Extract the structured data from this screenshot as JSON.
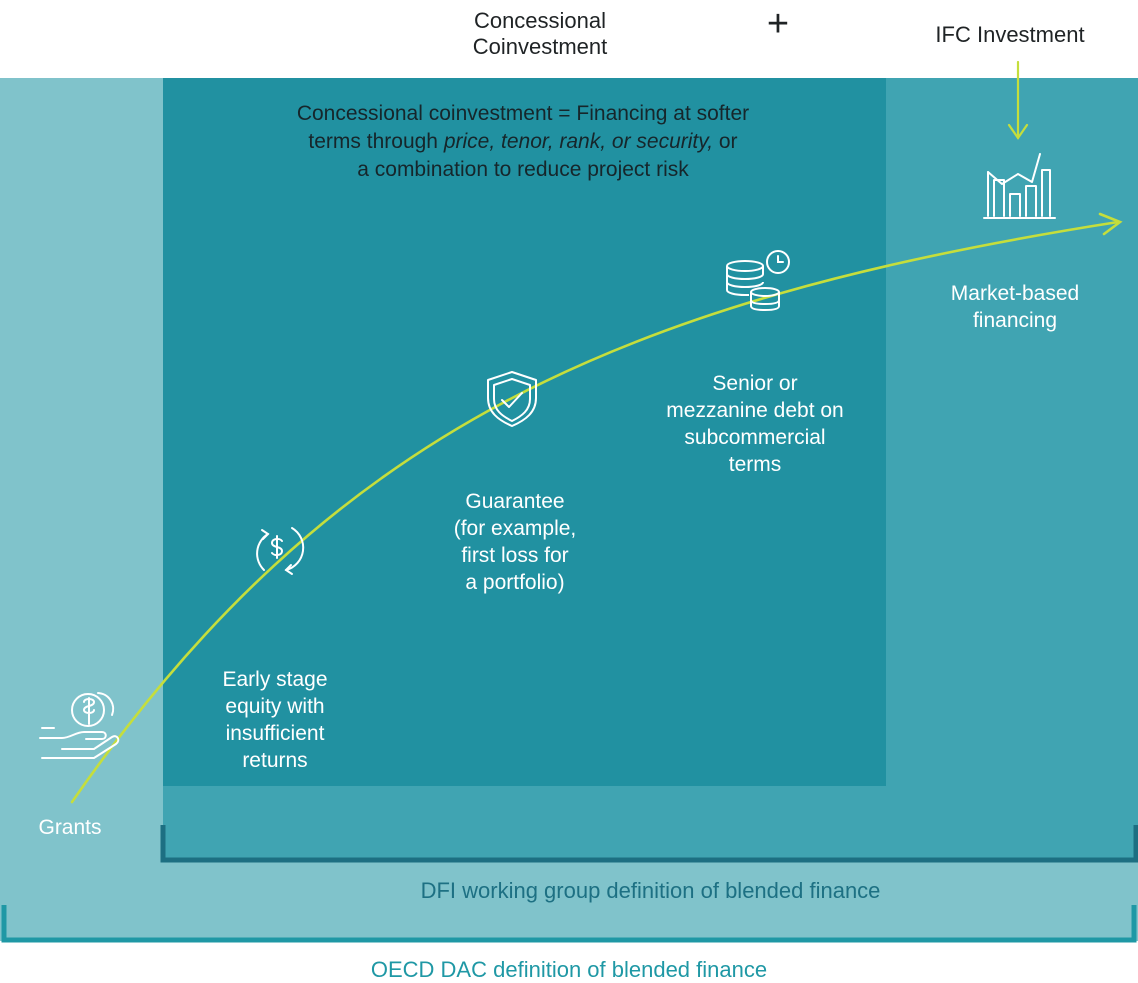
{
  "header": {
    "concessional_line1": "Concessional",
    "concessional_line2": "Coinvestment",
    "plus": "+",
    "ifc": "IFC Investment"
  },
  "definition": {
    "line1": "Concessional coinvestment = Financing at softer",
    "line2_prefix": "terms through ",
    "line2_italic": "price, tenor, rank, or security,",
    "line2_suffix": " or",
    "line3": "a combination to reduce project risk"
  },
  "stages": {
    "grants": "Grants",
    "early_stage": [
      "Early stage",
      "equity with",
      "insufficient",
      "returns"
    ],
    "guarantee": [
      "Guarantee",
      "(for example,",
      "first loss for",
      "a portfolio)"
    ],
    "senior_debt": [
      "Senior or",
      "mezzanine debt on",
      "subcommercial",
      "terms"
    ],
    "market": [
      "Market-based",
      "financing"
    ]
  },
  "labels": {
    "dfi": "DFI working group definition of blended finance",
    "oecd": "OECD DAC definition of blended finance"
  },
  "icons": {
    "grants": "hand-coins-icon",
    "early_stage": "dollar-cycle-icon",
    "guarantee": "shield-check-icon",
    "senior_debt": "coins-clock-icon",
    "market": "growth-chart-icon"
  },
  "colors": {
    "outer_band": "#80c3cb",
    "dfi_band": "#40a4b2",
    "concessional_box": "#2191a1",
    "arrow": "#c5de3c",
    "bracket": "#1d6f82",
    "oecd_bracket": "#1f98a5"
  }
}
